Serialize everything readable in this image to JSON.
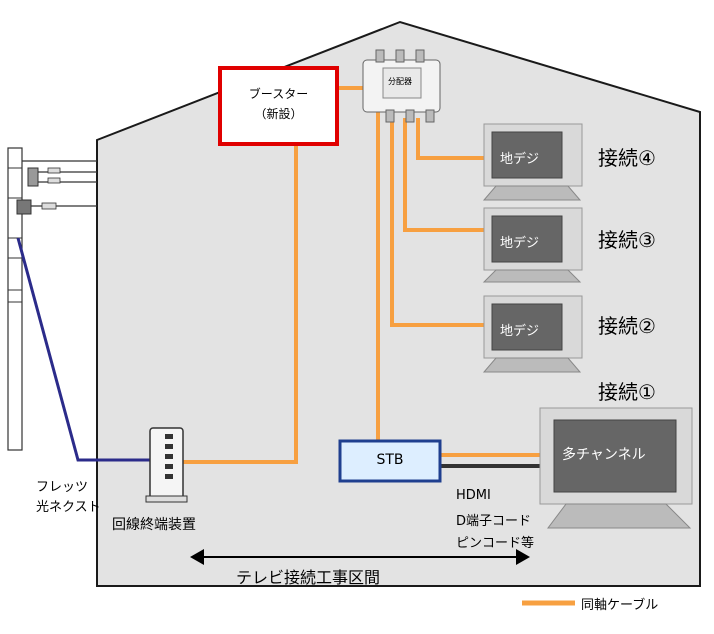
{
  "booster": {
    "line1": "ブースター",
    "line2": "（新設）"
  },
  "splitter": {
    "label": "分配器"
  },
  "tv_label": "地デジ",
  "connections": {
    "c4": "接続④",
    "c3": "接続③",
    "c2": "接続②",
    "c1": "接続①"
  },
  "stb": {
    "label": "STB"
  },
  "multichannel": {
    "label": "多チャンネル"
  },
  "cable_types": [
    "HDMI",
    "D端子コード",
    "ピンコード等"
  ],
  "flets": {
    "line1": "フレッツ",
    "line2": "光ネクスト"
  },
  "onu": {
    "label": "回線終端装置"
  },
  "range": {
    "label": "テレビ接続工事区間"
  },
  "legend": {
    "label": "同軸ケーブル",
    "color": "#f7a041"
  },
  "colors": {
    "coax": "#f7a041",
    "fiber": "#2b2b8a",
    "booster_border": "#e00000",
    "stb_fill": "#ddeeff",
    "stb_border": "#1f3f8f"
  }
}
